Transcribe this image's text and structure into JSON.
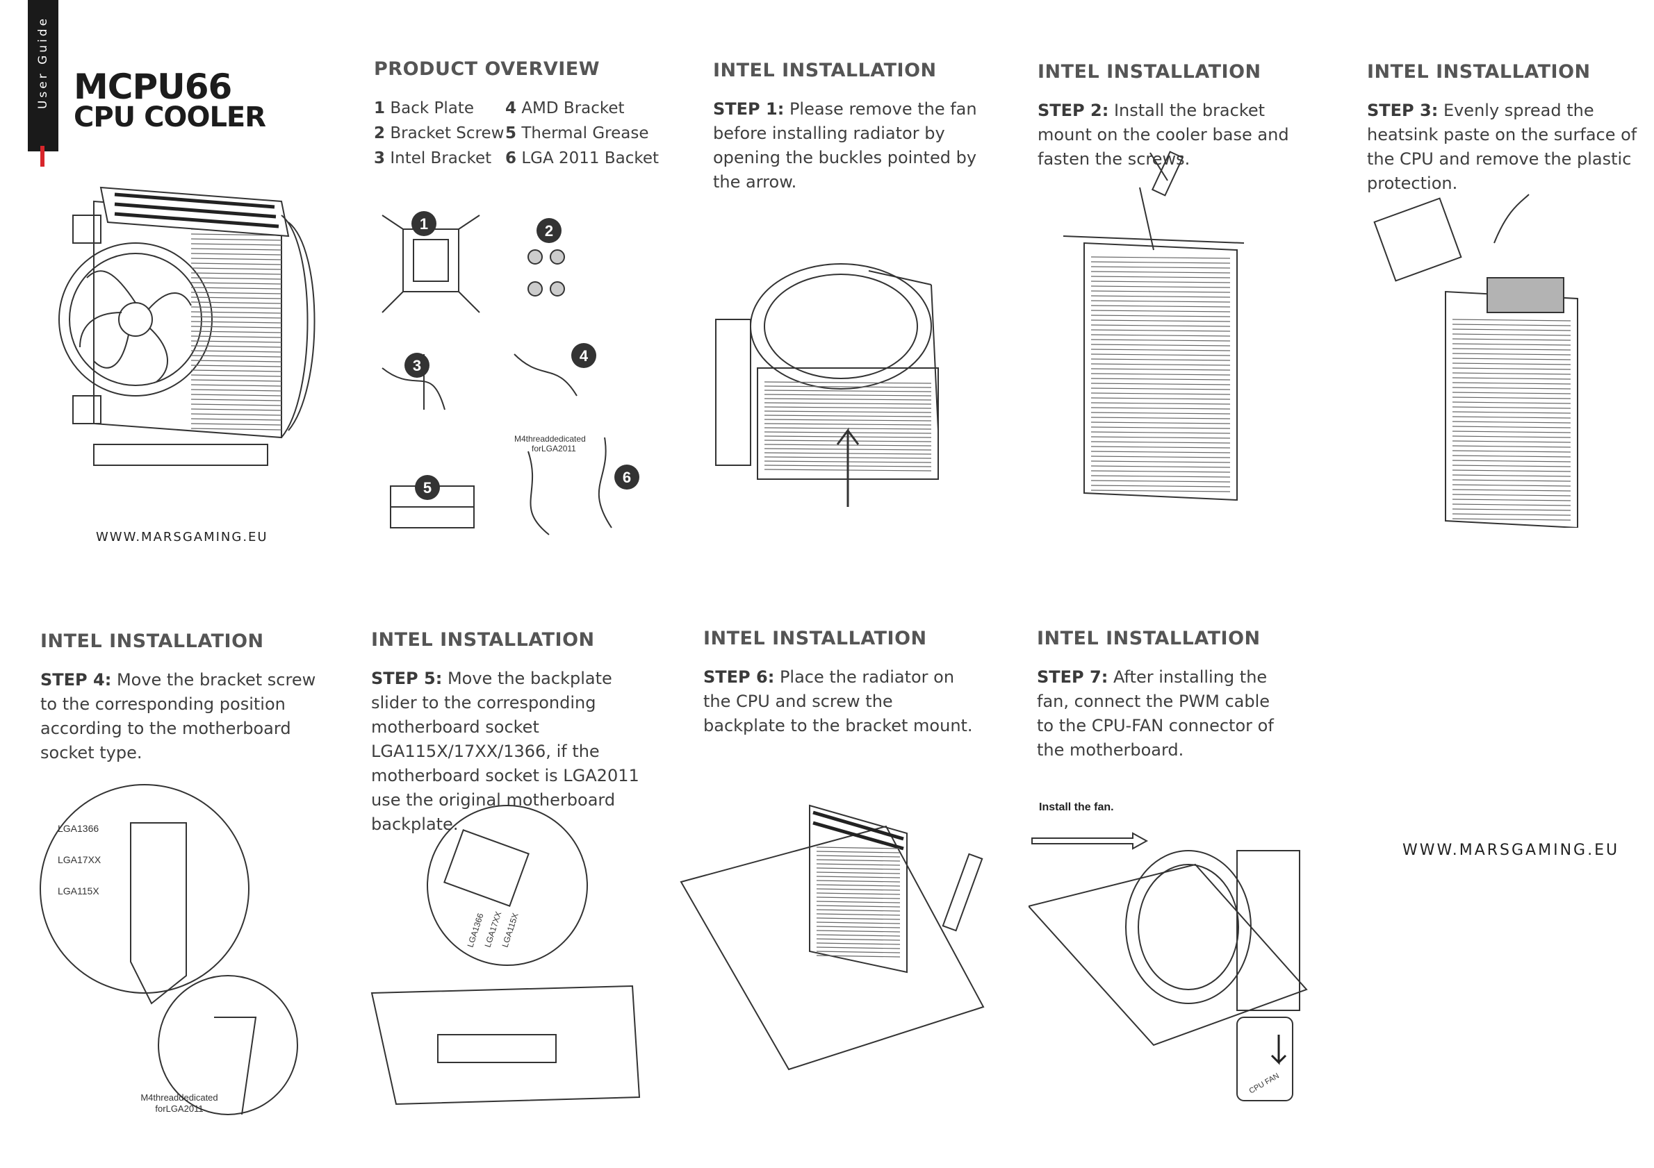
{
  "sidebar": {
    "label": "User Guide"
  },
  "product": {
    "model": "MCPU66",
    "type": "CPU COOLER",
    "website": "WWW.MARSGAMING.EU"
  },
  "overview": {
    "heading": "PRODUCT OVERVIEW",
    "items": [
      {
        "num": "1",
        "label": "Back Plate"
      },
      {
        "num": "2",
        "label": "Bracket Screw"
      },
      {
        "num": "3",
        "label": "Intel Bracket"
      },
      {
        "num": "4",
        "label": "AMD Bracket"
      },
      {
        "num": "5",
        "label": "Thermal Grease"
      },
      {
        "num": "6",
        "label": "LGA 2011 Backet"
      }
    ],
    "callouts": [
      "1",
      "2",
      "3",
      "4",
      "5",
      "6"
    ],
    "m4_note_line1": "M4threaddedicated",
    "m4_note_line2": "forLGA2011"
  },
  "steps": [
    {
      "heading": "INTEL INSTALLATION",
      "step": "STEP 1:",
      "text": "Please remove the fan before installing radiator by opening the buckles pointed by the arrow."
    },
    {
      "heading": "INTEL INSTALLATION",
      "step": "STEP 2:",
      "text": "Install the bracket mount on the cooler base and fasten the screws."
    },
    {
      "heading": "INTEL INSTALLATION",
      "step": "STEP 3:",
      "text": "Evenly spread the heatsink paste on the surface of the CPU and remove the plastic protection."
    },
    {
      "heading": "INTEL INSTALLATION",
      "step": "STEP 4:",
      "text": "Move the bracket screw to the corresponding position according to the motherboard socket type."
    },
    {
      "heading": "INTEL INSTALLATION",
      "step": "STEP 5:",
      "text": "Move the backplate slider to the corresponding motherboard socket LGA115X/17XX/1366, if the motherboard socket is LGA2011 use the original motherboard backplate."
    },
    {
      "heading": "INTEL INSTALLATION",
      "step": "STEP 6:",
      "text": "Place the radiator on the CPU and screw the backplate to the bracket mount."
    },
    {
      "heading": "INTEL INSTALLATION",
      "step": "STEP 7:",
      "text": "After installing the fan, connect the PWM cable to the CPU-FAN connector of the motherboard."
    }
  ],
  "step4_labels": {
    "a": "LGA1366",
    "b": "LGA17XX",
    "c": "LGA115X",
    "note1": "M4threaddedicated",
    "note2": "forLGA2011"
  },
  "step5_labels": {
    "a": "LGA1366",
    "b": "LGA17XX",
    "c": "LGA115X"
  },
  "step7_labels": {
    "install": "Install the fan.",
    "connector": "CPU FAN"
  },
  "footer": {
    "website": "WWW.MARSGAMING.EU"
  }
}
